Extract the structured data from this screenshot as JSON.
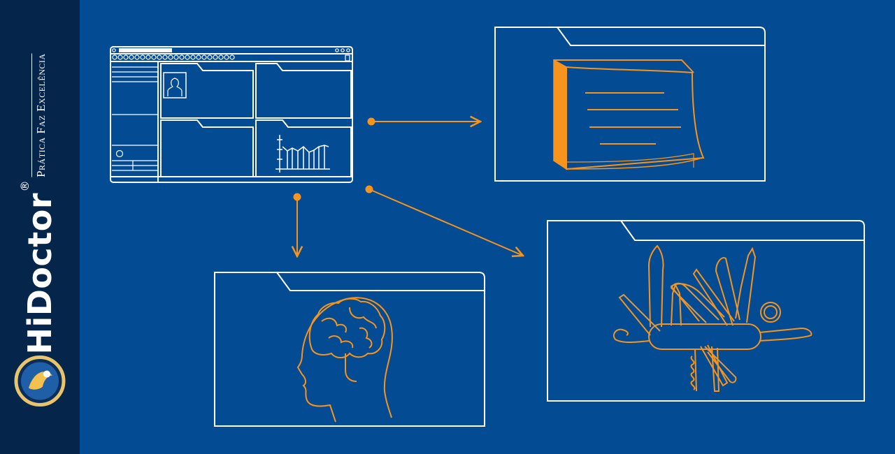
{
  "brand": {
    "name": "HiDoctor",
    "registered_mark": "®",
    "tagline": "Prática Faz Excelência"
  },
  "colors": {
    "background": "#034b93",
    "sidebar": "#05254a",
    "outline": "#ffffff",
    "accent": "#f7941d"
  },
  "diagram": {
    "source": "app-window-wireframe",
    "targets": [
      "notes-folder",
      "brain-folder",
      "multitool-folder"
    ],
    "icons": [
      "notepad-icon",
      "brain-head-icon",
      "swiss-army-knife-icon"
    ]
  }
}
